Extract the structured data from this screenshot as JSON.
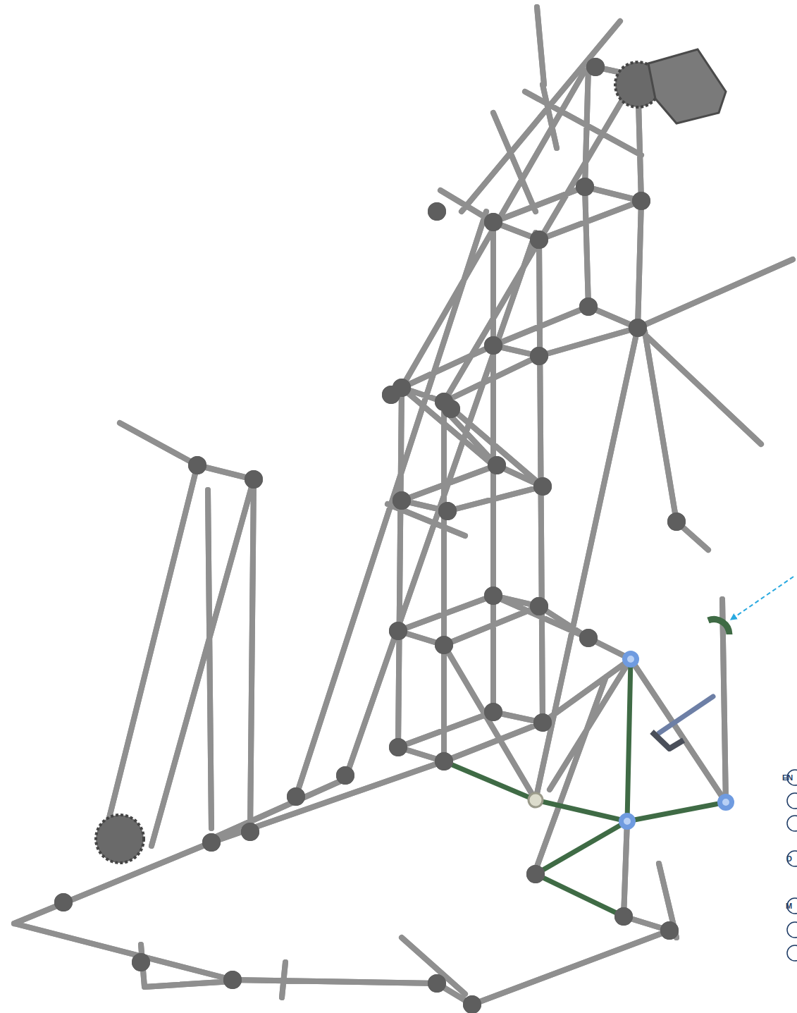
{
  "diagram": {
    "labels": [
      "EN",
      "D",
      "M"
    ]
  }
}
